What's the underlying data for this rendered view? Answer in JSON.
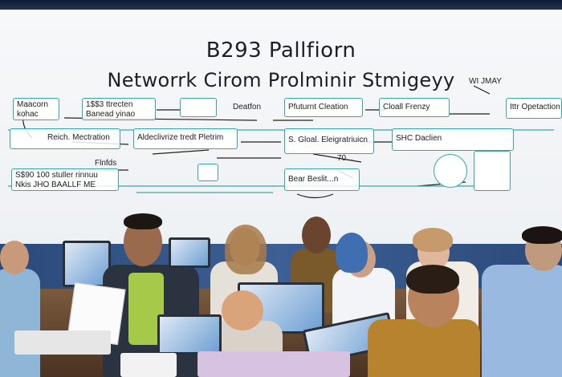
{
  "board": {
    "title_line1": "B293 Pallfiorn",
    "title_line2": "Networrk Cirom Prolminir Stmigeyy",
    "nodes": [
      {
        "text": "Maacorn\nkohac"
      },
      {
        "text": "1$$3 ttrecten\nBanead yinao"
      },
      {
        "text": "Deatfon"
      },
      {
        "text": "Pfuturnt Cleation"
      },
      {
        "text": "Cloall Frenzy"
      },
      {
        "text": "Ittr Opetaction"
      },
      {
        "text": "Reich. Mectration"
      },
      {
        "text": "Aldeclivrize tredt Pletrim"
      },
      {
        "text": "S. Gloal. Eleigratriuicn"
      },
      {
        "text": "SHC Daclien"
      },
      {
        "text": "S$90 100 stuller rinnuu\nNkis JHO BAALLF ME"
      },
      {
        "text": "Bear Beslit...n"
      }
    ],
    "loose_labels": [
      {
        "text": "70..."
      },
      {
        "text": "Flnfds"
      },
      {
        "text": "WI JMAY"
      }
    ]
  }
}
